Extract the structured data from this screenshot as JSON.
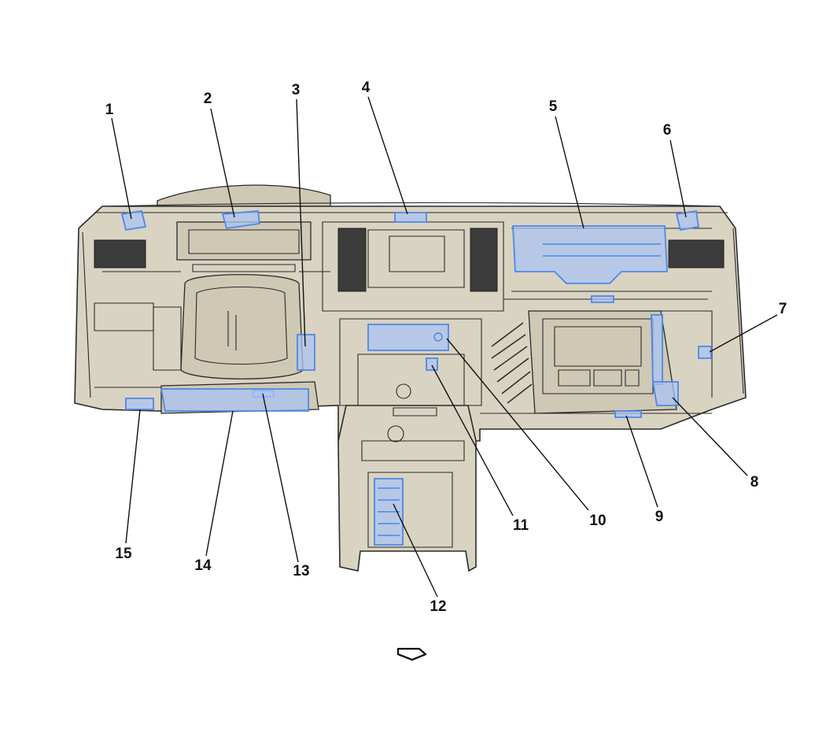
{
  "callouts": [
    {
      "id": 1,
      "label": "1"
    },
    {
      "id": 2,
      "label": "2"
    },
    {
      "id": 3,
      "label": "3"
    },
    {
      "id": 4,
      "label": "4"
    },
    {
      "id": 5,
      "label": "5"
    },
    {
      "id": 6,
      "label": "6"
    },
    {
      "id": 7,
      "label": "7"
    },
    {
      "id": 8,
      "label": "8"
    },
    {
      "id": 9,
      "label": "9"
    },
    {
      "id": 10,
      "label": "10"
    },
    {
      "id": 11,
      "label": "11"
    },
    {
      "id": 12,
      "label": "12"
    },
    {
      "id": 13,
      "label": "13"
    },
    {
      "id": 14,
      "label": "14"
    },
    {
      "id": 15,
      "label": "15"
    }
  ],
  "colors": {
    "dashboard_fill": "#d9d3c2",
    "component_highlight": "#a9c4f2",
    "component_outline": "#4f86e8",
    "outline": "#2a2a2a"
  },
  "icons": {
    "view_direction": "view-direction-arrow-icon"
  }
}
